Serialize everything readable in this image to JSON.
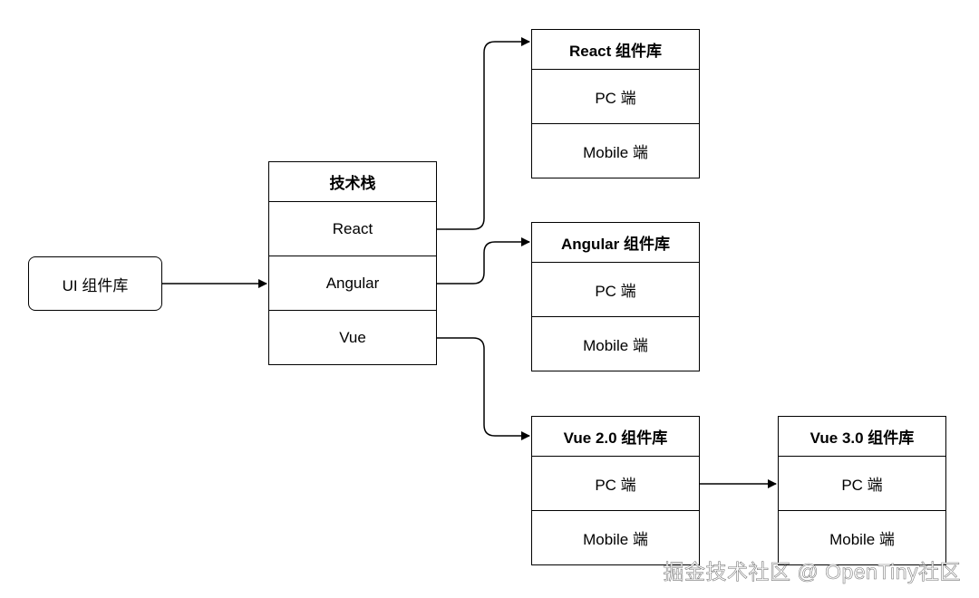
{
  "root": {
    "label": "UI 组件库"
  },
  "tech_stack": {
    "header": "技术栈",
    "rows": [
      "React",
      "Angular",
      "Vue"
    ]
  },
  "libraries": {
    "react": {
      "header": "React 组件库",
      "rows": [
        "PC 端",
        "Mobile 端"
      ]
    },
    "angular": {
      "header": "Angular 组件库",
      "rows": [
        "PC 端",
        "Mobile 端"
      ]
    },
    "vue2": {
      "header": "Vue 2.0 组件库",
      "rows": [
        "PC 端",
        "Mobile 端"
      ]
    },
    "vue3": {
      "header": "Vue 3.0 组件库",
      "rows": [
        "PC 端",
        "Mobile 端"
      ]
    }
  },
  "watermark": "掘金技术社区 @ OpenTiny社区"
}
